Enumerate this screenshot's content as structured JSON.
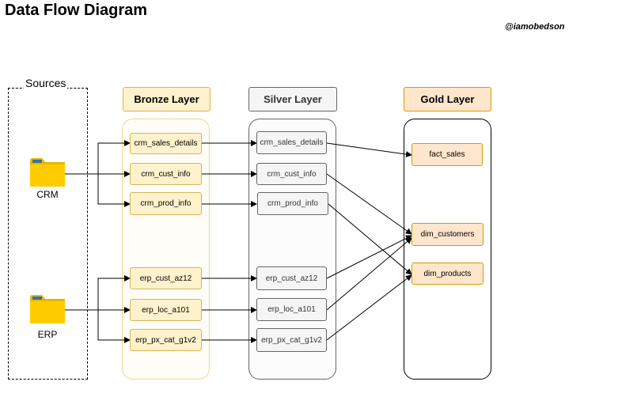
{
  "title": "Data Flow Diagram",
  "handle": "@iamobedson",
  "sources": {
    "label": "Sources",
    "items": [
      {
        "label": "CRM",
        "icon": "folder-icon"
      },
      {
        "label": "ERP",
        "icon": "folder-icon"
      }
    ]
  },
  "layers": {
    "bronze": {
      "title": "Bronze Layer",
      "items": [
        "crm_sales_details",
        "crm_cust_info",
        "crm_prod_info",
        "erp_cust_az12",
        "erp_loc_a101",
        "erp_px_cat_g1v2"
      ]
    },
    "silver": {
      "title": "Silver Layer",
      "items": [
        "crm_sales_details",
        "crm_cust_info",
        "crm_prod_info",
        "erp_cust_az12",
        "erp_loc_a101",
        "erp_px_cat_g1v2"
      ]
    },
    "gold": {
      "title": "Gold Layer",
      "items": [
        "fact_sales",
        "dim_customers",
        "dim_products"
      ]
    }
  },
  "flows": [
    {
      "from": "CRM",
      "to": "bronze.crm_sales_details"
    },
    {
      "from": "CRM",
      "to": "bronze.crm_cust_info"
    },
    {
      "from": "CRM",
      "to": "bronze.crm_prod_info"
    },
    {
      "from": "ERP",
      "to": "bronze.erp_cust_az12"
    },
    {
      "from": "ERP",
      "to": "bronze.erp_loc_a101"
    },
    {
      "from": "ERP",
      "to": "bronze.erp_px_cat_g1v2"
    },
    {
      "from": "bronze.crm_sales_details",
      "to": "silver.crm_sales_details"
    },
    {
      "from": "bronze.crm_cust_info",
      "to": "silver.crm_cust_info"
    },
    {
      "from": "bronze.crm_prod_info",
      "to": "silver.crm_prod_info"
    },
    {
      "from": "bronze.erp_cust_az12",
      "to": "silver.erp_cust_az12"
    },
    {
      "from": "bronze.erp_loc_a101",
      "to": "silver.erp_loc_a101"
    },
    {
      "from": "bronze.erp_px_cat_g1v2",
      "to": "silver.erp_px_cat_g1v2"
    },
    {
      "from": "silver.crm_sales_details",
      "to": "gold.fact_sales"
    },
    {
      "from": "silver.crm_cust_info",
      "to": "gold.dim_customers"
    },
    {
      "from": "silver.crm_prod_info",
      "to": "gold.dim_products"
    },
    {
      "from": "silver.erp_cust_az12",
      "to": "gold.dim_customers"
    },
    {
      "from": "silver.erp_loc_a101",
      "to": "gold.dim_customers"
    },
    {
      "from": "silver.erp_px_cat_g1v2",
      "to": "gold.dim_products"
    }
  ],
  "colors": {
    "bronze_fill": "#fff2cc",
    "bronze_stroke": "#d6b656",
    "silver_fill": "#f5f5f5",
    "silver_stroke": "#666666",
    "gold_fill": "#ffe6cc",
    "gold_stroke": "#d79b00",
    "folder": "#ffcc00"
  }
}
